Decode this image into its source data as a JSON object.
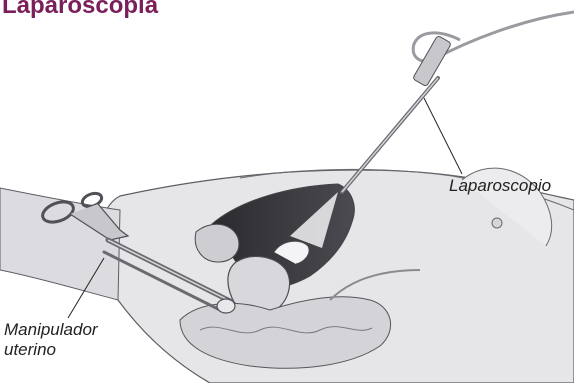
{
  "title": "Laparoscopia",
  "labels": {
    "laparoscope": "Laparoscopio",
    "uterine_manipulator": "Manipulador uterino"
  },
  "colors": {
    "title": "#7a1f5c",
    "skin": "#e4e4e6",
    "skin_dark": "#cfcfd3",
    "outline": "#5c5c62",
    "cavity": "#3a3a3e",
    "instrument": "#b8b8bc"
  }
}
